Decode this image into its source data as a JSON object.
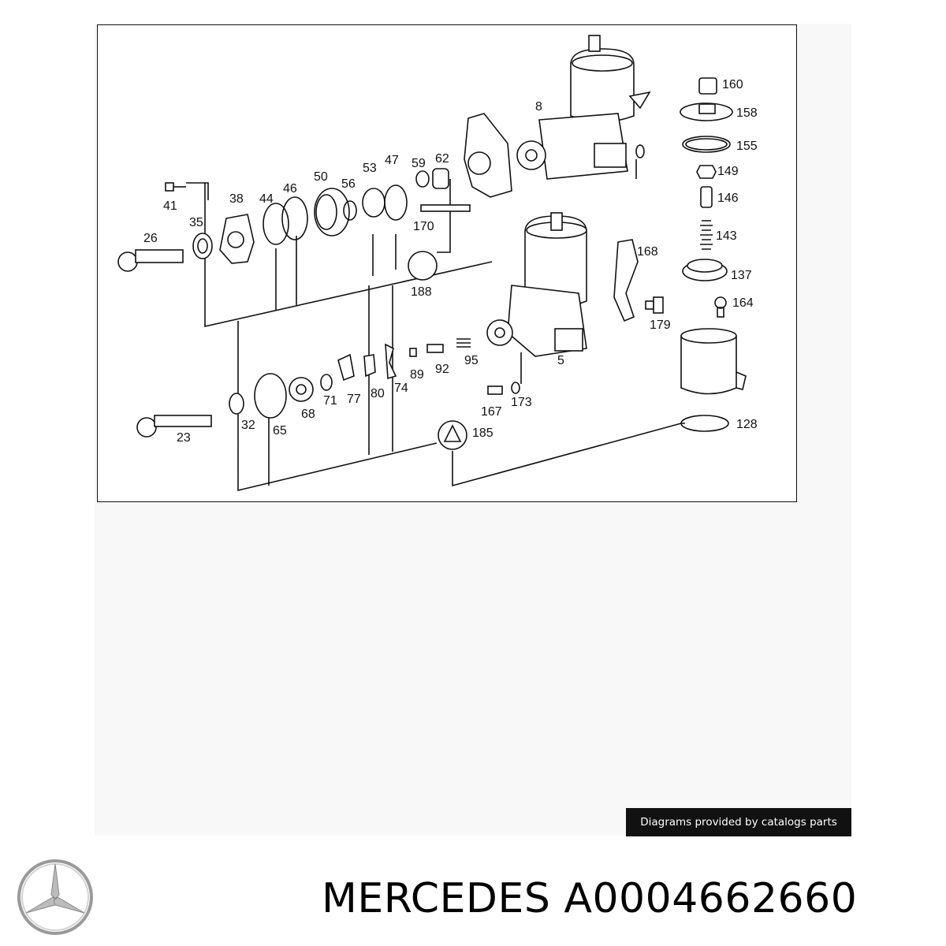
{
  "diagram": {
    "part_labels": {
      "p160": "160",
      "p158": "158",
      "p155": "155",
      "p149": "149",
      "p146": "146",
      "p143": "143",
      "p137": "137",
      "p164": "164",
      "p168": "168",
      "p179": "179",
      "p128": "128",
      "p8": "8",
      "p5": "5",
      "p41": "41",
      "p38": "38",
      "p44": "44",
      "p46": "46",
      "p50": "50",
      "p56": "56",
      "p53": "53",
      "p47": "47",
      "p59": "59",
      "p62": "62",
      "p170": "170",
      "p188": "188",
      "p26": "26",
      "p35": "35",
      "p89": "89",
      "p92": "92",
      "p95": "95",
      "p71": "71",
      "p77": "77",
      "p80": "80",
      "p74": "74",
      "p68": "68",
      "p65": "65",
      "p32": "32",
      "p23": "23",
      "p167": "167",
      "p173": "173",
      "p185": "185"
    }
  },
  "footer": {
    "credit": "Diagrams provided by catalogs parts",
    "brand": "MERCEDES",
    "part_number": "A0004662660",
    "logo_icon": "mercedes-star-icon"
  }
}
